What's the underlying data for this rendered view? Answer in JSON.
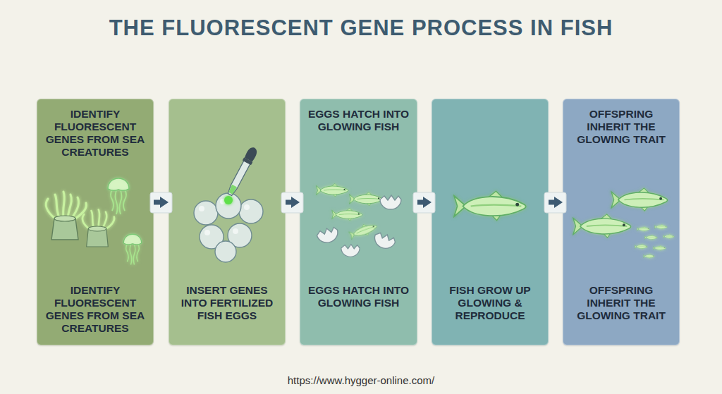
{
  "diagram": {
    "title": "THE FLUORESCENT GENE PROCESS IN FISH",
    "nodes": [
      {
        "text": [
          "IDENTIFY FLUORESCENT GENES FROM SEA CREATURES",
          "IDENTIFY FLUORESCENT GENES FROM SEA CREATURES"
        ]
      },
      {
        "text": [
          "INSERT GENES INTO FERTILIZED FISH EGGS"
        ]
      },
      {
        "text": [
          "EGGS HATCH INTO GLOWING FISH",
          "EGGS HATCH INTO GLOWING FISH"
        ]
      },
      {
        "text": [
          "FISH GROW UP GLOWING & REPRODUCE"
        ]
      },
      {
        "text": [
          "OFFSPRING INHERIT THE GLOWING TRAIT",
          "OFFSPRING INHERIT THE GLOWING TRAIT"
        ]
      }
    ],
    "edges": [
      {
        "from": 0,
        "to": 1,
        "arrow": "to"
      },
      {
        "from": 1,
        "to": 2,
        "arrow": "to"
      },
      {
        "from": 2,
        "to": 3,
        "arrow": "to"
      },
      {
        "from": 3,
        "to": 4,
        "arrow": "to"
      }
    ],
    "labels": [
      "https://www.hygger-online.com/"
    ]
  }
}
